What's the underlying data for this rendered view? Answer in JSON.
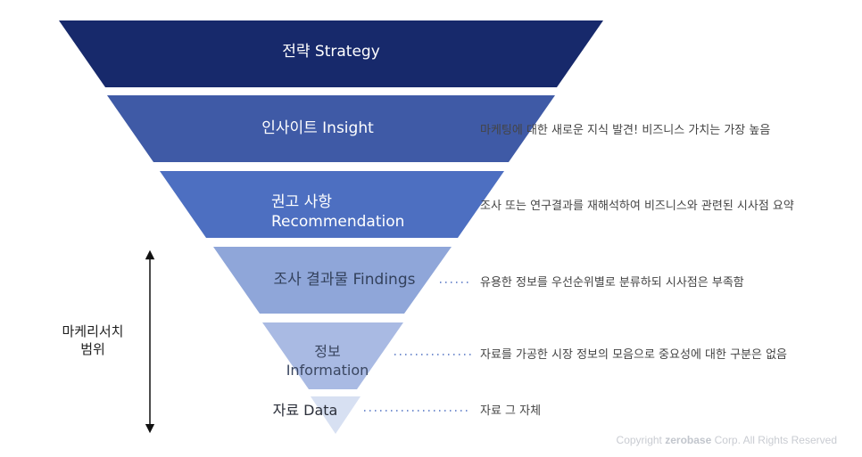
{
  "funnel": {
    "levels": [
      {
        "id": "strategy",
        "label_lines": [
          "전략 Strategy"
        ],
        "color": "#17296b",
        "description": ""
      },
      {
        "id": "insight",
        "label_lines": [
          "인사이트 Insight"
        ],
        "color": "#3f5aa6",
        "description": "마케팅에 대한 새로운 지식 발견! 비즈니스 가치는 가장 높음"
      },
      {
        "id": "recommendation",
        "label_lines": [
          "권고 사항",
          "Recommendation"
        ],
        "color": "#4d6fc1",
        "description": "조사 또는 연구결과를 재해석하여 비즈니스와 관련된 시사점 요약"
      },
      {
        "id": "findings",
        "label_lines": [
          "조사 결과물 Findings"
        ],
        "color": "#8fa6d9",
        "description": "유용한 정보를 우선순위별로 분류하되 시사점은 부족함"
      },
      {
        "id": "information",
        "label_lines": [
          "정보",
          "Information"
        ],
        "color": "#a9bae3",
        "description": "자료를 가공한 시장 정보의 모음으로 중요성에 대한 구분은 없음"
      },
      {
        "id": "data",
        "label_lines": [
          "자료 Data"
        ],
        "color": "#d7e0f2",
        "description": "자료 그 자체"
      }
    ]
  },
  "scope": {
    "lines": [
      "마케리서치",
      "범위"
    ]
  },
  "copyright": {
    "prefix": "Copyright ",
    "brand": "zerobase",
    "suffix": " Corp. All Rights Reserved"
  },
  "colors": {
    "leader": "#4d6fc1",
    "arrow": "#111111",
    "description_text": "#444444"
  }
}
